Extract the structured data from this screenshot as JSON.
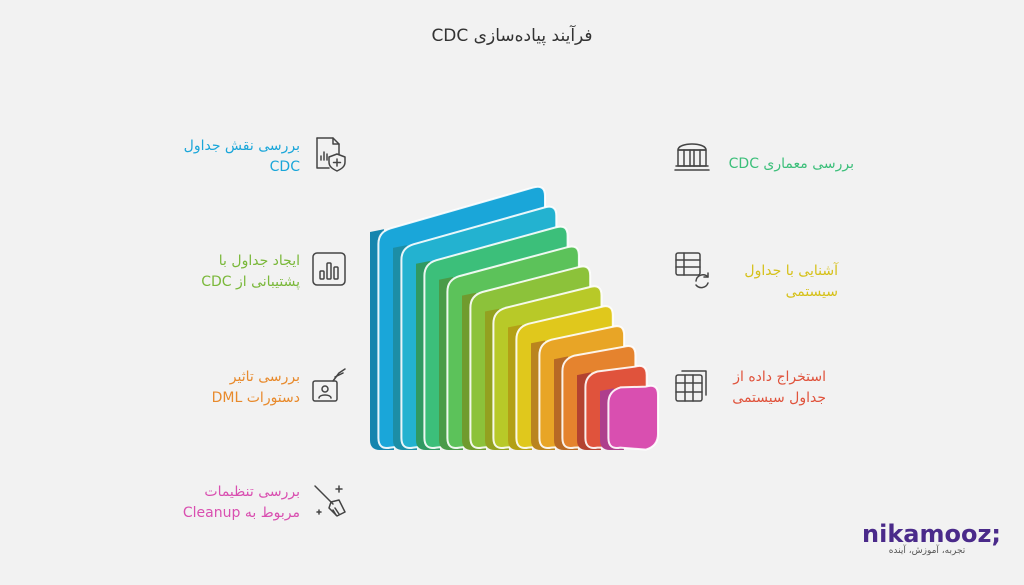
{
  "title": "فرآیند پیاده‌سازی CDC",
  "left_items": [
    {
      "line1": "بررسی نقش جداول",
      "line2": "CDC",
      "color": "#1aa6d9",
      "icon": "document-shield-icon"
    },
    {
      "line1": "ایجاد جداول با",
      "line2": "پشتیبانی از CDC",
      "color": "#7ab83a",
      "icon": "bar-chart-icon"
    },
    {
      "line1": "بررسی تاثیر",
      "line2": "دستورات DML",
      "color": "#e88a2c",
      "icon": "id-card-hand-icon"
    },
    {
      "line1": "بررسی تنظیمات",
      "line2": "مربوط به Cleanup",
      "color": "#d94fb0",
      "icon": "broom-sparkle-icon"
    }
  ],
  "right_items": [
    {
      "line1": "بررسی معماری CDC",
      "line2": "",
      "color": "#3cbf7a",
      "icon": "building-columns-icon"
    },
    {
      "line1": "آشنایی با جداول",
      "line2": "سیستمی",
      "color": "#d6c11a",
      "icon": "table-refresh-icon"
    },
    {
      "line1": "استخراج داده از",
      "line2": "جداول سیستمی",
      "color": "#e0533c",
      "icon": "table-stack-icon"
    }
  ],
  "layers": [
    "#1aa6d9",
    "#23b2d0",
    "#3cbf7a",
    "#5cc25a",
    "#8cc23a",
    "#b8c928",
    "#e0c81c",
    "#e8a526",
    "#e5832e",
    "#e0533c",
    "#d94fb0"
  ],
  "brand": {
    "name": "nikamooz;",
    "tagline": "تجربه، آموزش، آینده"
  }
}
